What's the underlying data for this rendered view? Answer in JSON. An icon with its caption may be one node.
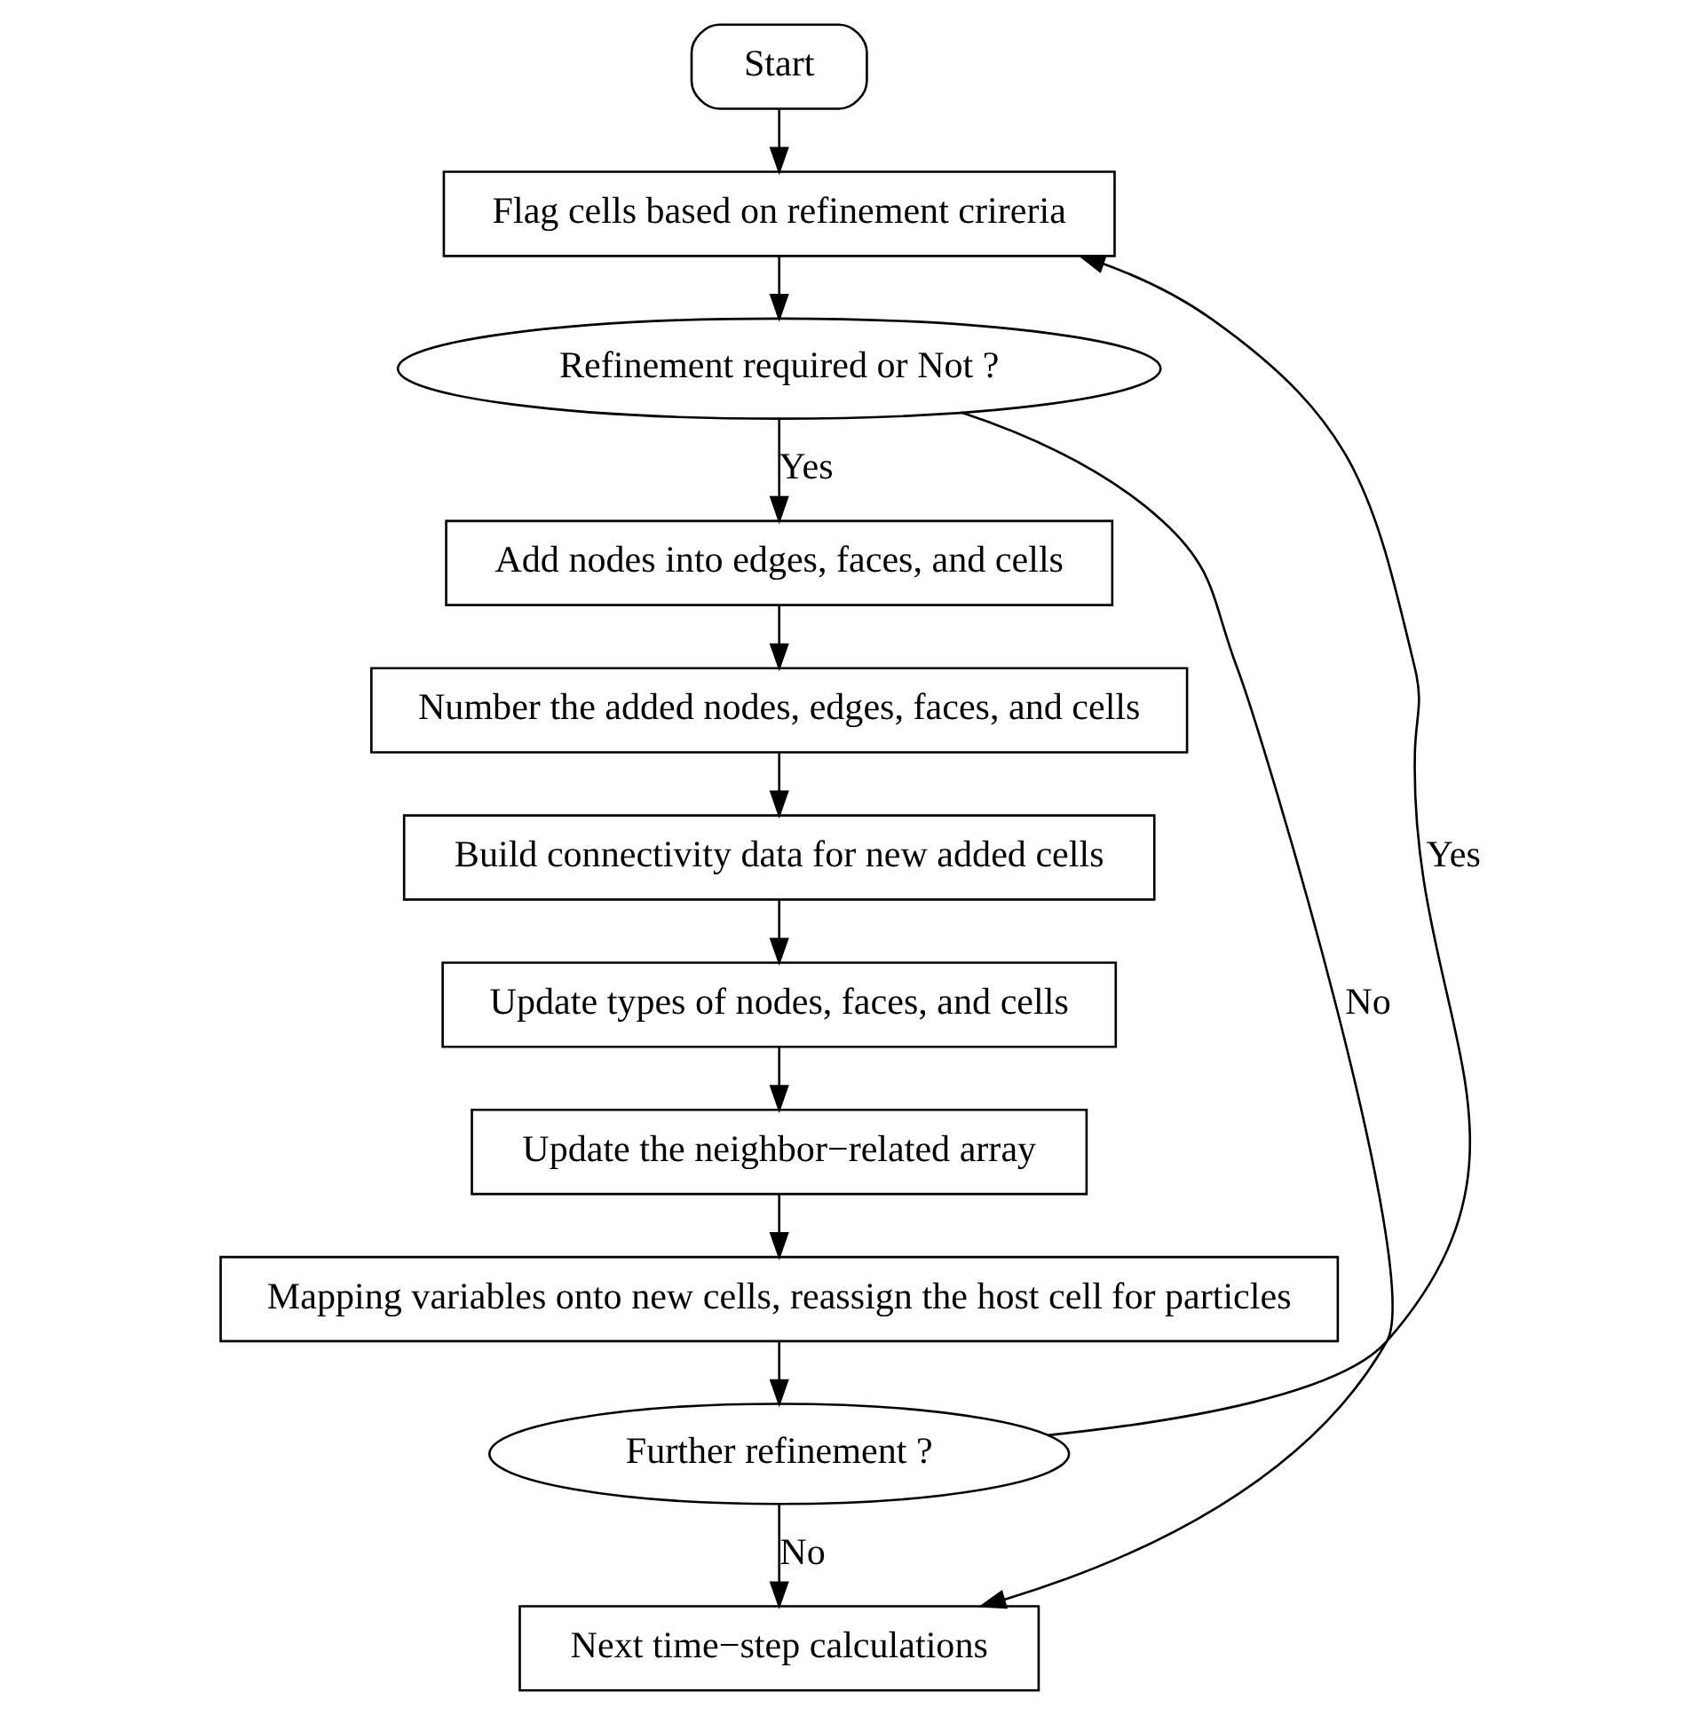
{
  "diagram": {
    "nodes": [
      {
        "text": [
          "Start"
        ]
      },
      {
        "text": [
          "Flag cells based on refinement crireria"
        ]
      },
      {
        "text": [
          "Refinement required or Not ?"
        ]
      },
      {
        "text": [
          "Add nodes into edges, faces, and cells"
        ]
      },
      {
        "text": [
          "Number the added nodes, edges, faces, and cells"
        ]
      },
      {
        "text": [
          "Build connectivity data for new added cells"
        ]
      },
      {
        "text": [
          "Update types of nodes, faces, and cells"
        ]
      },
      {
        "text": [
          "Update the neighbor−related array"
        ]
      },
      {
        "text": [
          "Mapping variables onto new cells, reassign the host cell for particles"
        ]
      },
      {
        "text": [
          "Further refinement ?"
        ]
      },
      {
        "text": [
          "Next time−step calculations"
        ]
      }
    ],
    "edges": [
      {
        "from": 0,
        "to": 1,
        "arrow": "to"
      },
      {
        "from": 1,
        "to": 2,
        "arrow": "to"
      },
      {
        "from": 2,
        "to": 3,
        "arrow": "to",
        "label": "Yes"
      },
      {
        "from": 3,
        "to": 4,
        "arrow": "to"
      },
      {
        "from": 4,
        "to": 5,
        "arrow": "to"
      },
      {
        "from": 5,
        "to": 6,
        "arrow": "to"
      },
      {
        "from": 6,
        "to": 7,
        "arrow": "to"
      },
      {
        "from": 7,
        "to": 8,
        "arrow": "to"
      },
      {
        "from": 8,
        "to": 9,
        "arrow": "to"
      },
      {
        "from": 9,
        "to": 1,
        "arrow": "to",
        "label": "Yes"
      },
      {
        "from": 9,
        "to": 10,
        "arrow": "to",
        "label": "No"
      },
      {
        "from": 2,
        "to": 10,
        "arrow": "to",
        "label": "No"
      }
    ]
  }
}
